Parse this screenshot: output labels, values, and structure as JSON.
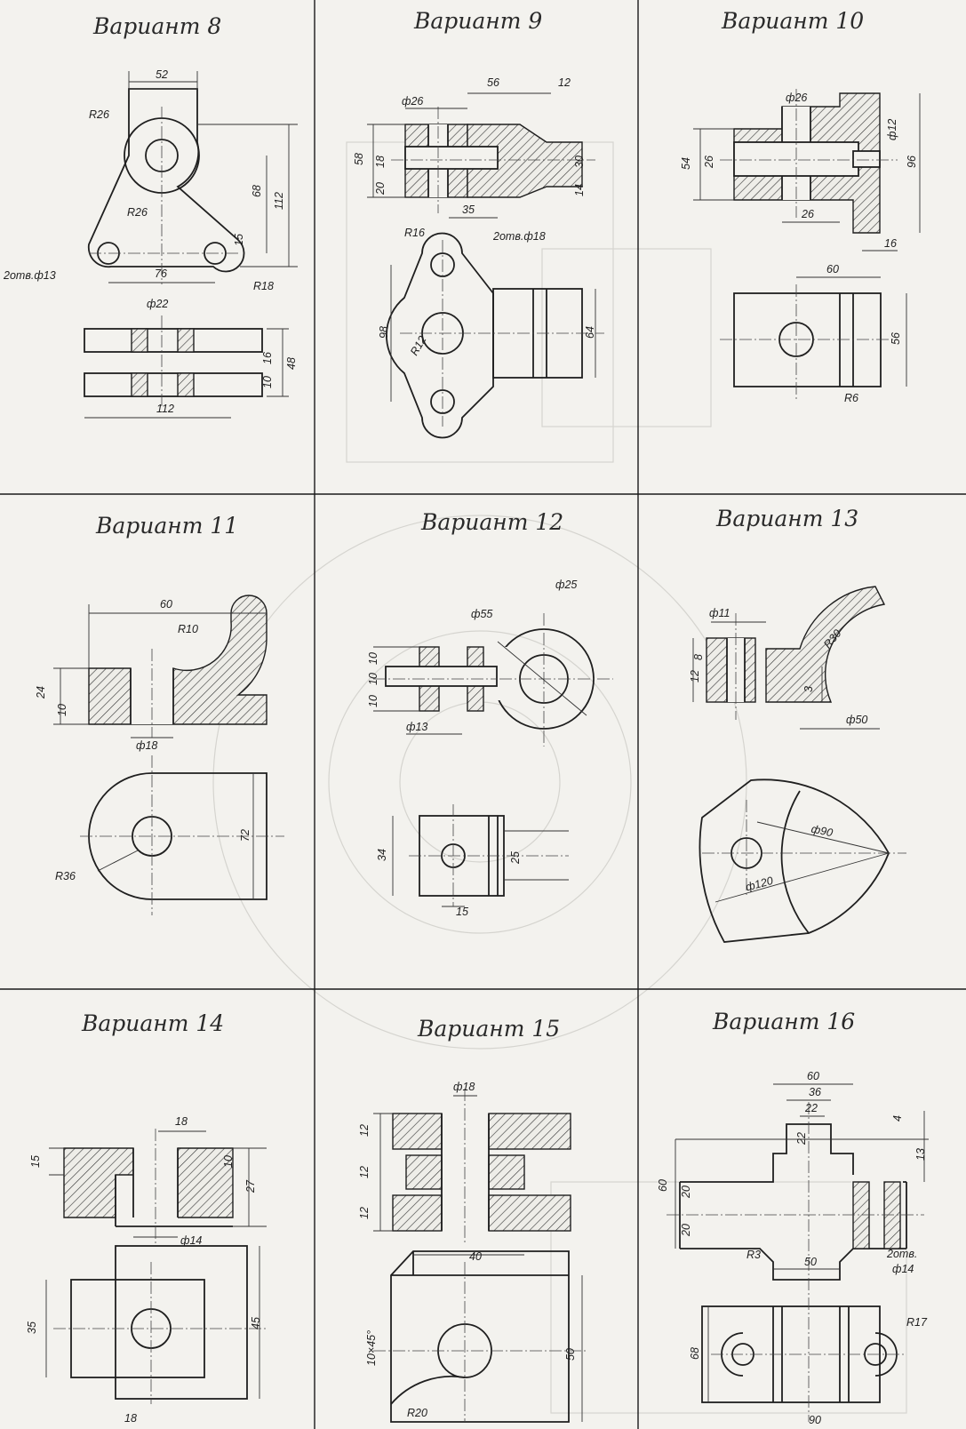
{
  "sheet": {
    "variants": [
      {
        "title": "Вариант 8",
        "labels": [
          "52",
          "R26",
          "R26",
          "68",
          "112",
          "15",
          "2отв.ф13",
          "76",
          "R18",
          "ф22",
          "48",
          "16",
          "10",
          "112"
        ]
      },
      {
        "title": "Вариант 9",
        "labels": [
          "56",
          "12",
          "ф26",
          "58",
          "18",
          "20",
          "30",
          "14",
          "35",
          "R16",
          "2отв.ф18",
          "98",
          "R12",
          "64"
        ]
      },
      {
        "title": "Вариант 10",
        "labels": [
          "ф26",
          "ф12",
          "54",
          "26",
          "96",
          "26",
          "16",
          "60",
          "56",
          "R6"
        ]
      },
      {
        "title": "Вариант 11",
        "labels": [
          "60",
          "R10",
          "24",
          "10",
          "ф18",
          "72",
          "R36"
        ]
      },
      {
        "title": "Вариант 12",
        "labels": [
          "ф25",
          "ф55",
          "10",
          "10",
          "10",
          "ф13",
          "34",
          "25",
          "15"
        ]
      },
      {
        "title": "Вариант 13",
        "labels": [
          "ф11",
          "8",
          "12",
          "R30",
          "3",
          "ф50",
          "ф90",
          "ф120"
        ]
      },
      {
        "title": "Вариант 14",
        "labels": [
          "18",
          "15",
          "10",
          "27",
          "ф14",
          "35",
          "45",
          "18"
        ]
      },
      {
        "title": "Вариант 15",
        "labels": [
          "ф18",
          "12",
          "12",
          "12",
          "40",
          "10×45°",
          "50",
          "R20"
        ]
      },
      {
        "title": "Вариант 16",
        "labels": [
          "60",
          "36",
          "22",
          "4",
          "22",
          "13",
          "60",
          "20",
          "20",
          "R3",
          "2отв.",
          "ф14",
          "50",
          "R17",
          "68",
          "90"
        ]
      }
    ]
  }
}
